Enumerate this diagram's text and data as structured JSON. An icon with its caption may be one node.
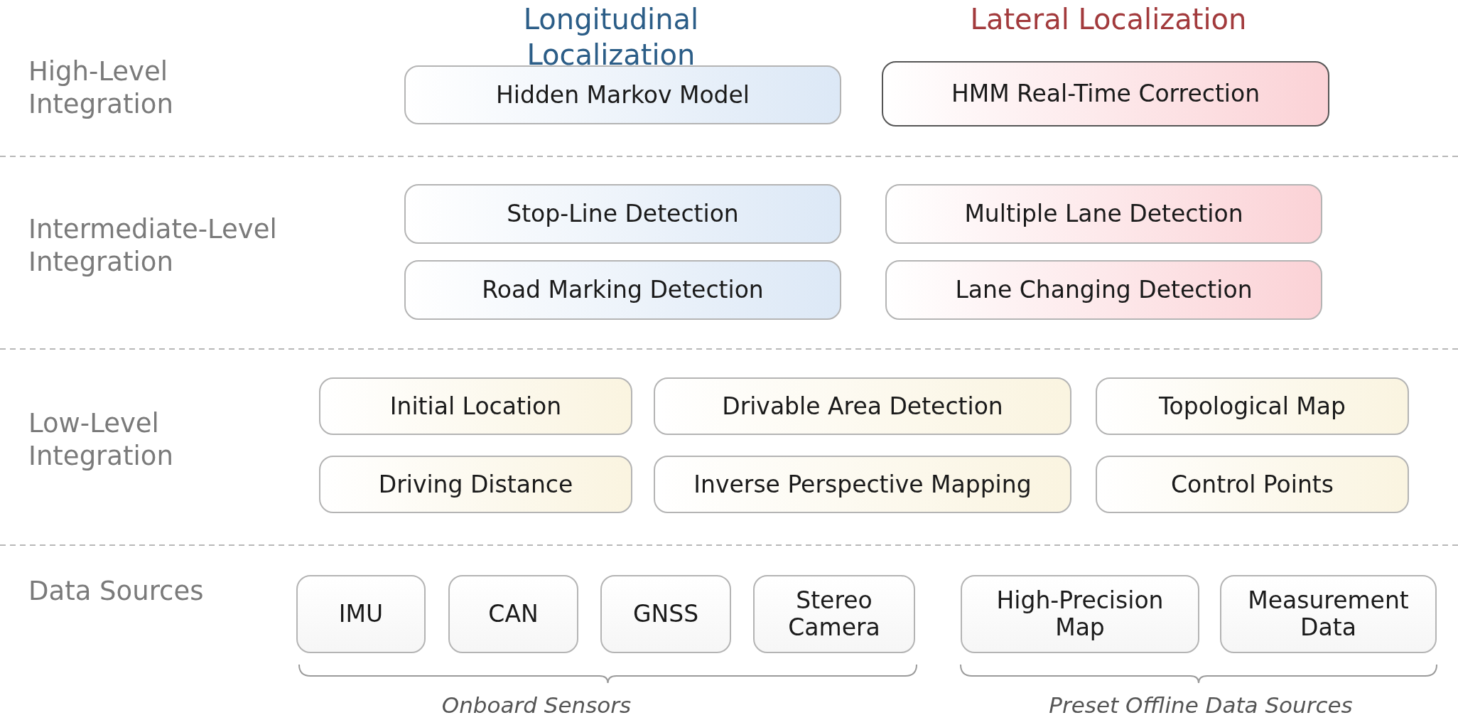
{
  "diagram": {
    "nodes": [
      {
        "text": [
          "Hidden Markov Model"
        ]
      },
      {
        "text": [
          "HMM Real-Time Correction"
        ]
      },
      {
        "text": [
          "Stop-Line Detection"
        ]
      },
      {
        "text": [
          "Multiple Lane Detection"
        ]
      },
      {
        "text": [
          "Road Marking Detection"
        ]
      },
      {
        "text": [
          "Lane Changing Detection"
        ]
      },
      {
        "text": [
          "Initial Location"
        ]
      },
      {
        "text": [
          "Drivable Area Detection"
        ]
      },
      {
        "text": [
          "Topological Map"
        ]
      },
      {
        "text": [
          "Driving Distance"
        ]
      },
      {
        "text": [
          "Inverse Perspective Mapping"
        ]
      },
      {
        "text": [
          "Control Points"
        ]
      },
      {
        "text": [
          "IMU"
        ]
      },
      {
        "text": [
          "CAN"
        ]
      },
      {
        "text": [
          "GNSS"
        ]
      },
      {
        "text": [
          "Stereo Camera"
        ]
      },
      {
        "text": [
          "High-Precision Map"
        ]
      },
      {
        "text": [
          "Measurement Data"
        ]
      }
    ],
    "edges": [],
    "labels": [
      "Longitudinal Localization",
      "Lateral Localization",
      "High-Level Integration",
      "Intermediate-Level Integration",
      "Low-Level Integration",
      "Data Sources",
      "Onboard Sensors",
      "Preset Offline Data Sources"
    ]
  }
}
